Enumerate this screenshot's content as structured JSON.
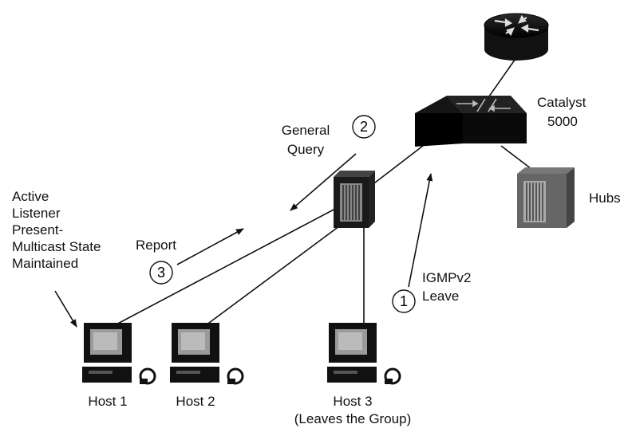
{
  "devices": {
    "switch_label_line1": "Catalyst",
    "switch_label_line2": "5000",
    "hubs_label": "Hubs"
  },
  "hosts": [
    {
      "label": "Host 1",
      "note": ""
    },
    {
      "label": "Host 2",
      "note": ""
    },
    {
      "label": "Host 3",
      "note": "(Leaves the Group)"
    }
  ],
  "messages": {
    "general_query": {
      "step": "2",
      "line1": "General",
      "line2": "Query"
    },
    "report": {
      "step": "3",
      "label": "Report"
    },
    "leave": {
      "step": "1",
      "line1": "IGMPv2",
      "line2": "Leave"
    }
  },
  "annotation": {
    "lines": [
      "Active",
      "Listener",
      "Present-",
      "Multicast State",
      "Maintained"
    ]
  }
}
